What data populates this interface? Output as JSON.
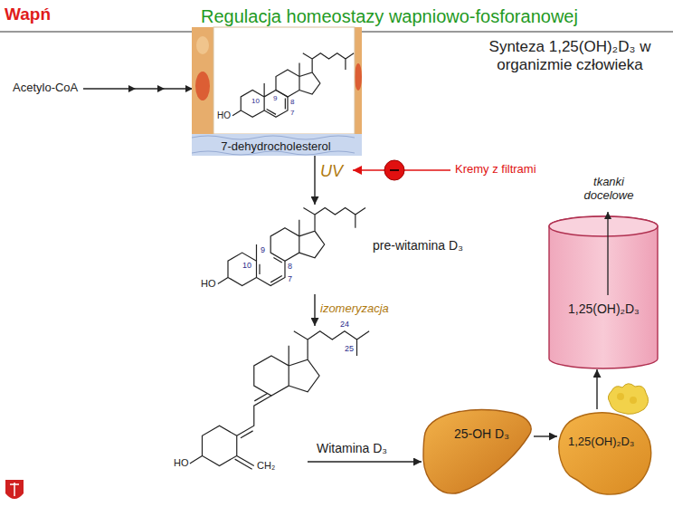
{
  "diagram": {
    "title": "Regulacja homeostazy wapniowo-fosforanowej",
    "nodes": [
      {
        "text": [
          "7-dehydrocholesterol"
        ]
      },
      {
        "text": [
          "pre-witamina D₃"
        ]
      },
      {
        "text": [
          "Witamina D₃"
        ]
      },
      {
        "text": [
          "25-OH D₃"
        ]
      },
      {
        "text": [
          "1,25(OH)₂D₃"
        ]
      },
      {
        "text": [
          "1,25(OH)₂D₃"
        ]
      }
    ],
    "edges": [
      {
        "from": 0,
        "to": 1,
        "arrow": "to",
        "label": "UV"
      },
      {
        "from": 1,
        "to": 2,
        "arrow": "to",
        "label": "izomeryzacja"
      },
      {
        "from": 2,
        "to": 3,
        "arrow": "to"
      },
      {
        "from": 3,
        "to": 4,
        "arrow": "to"
      },
      {
        "from": 4,
        "to": 5,
        "arrow": "to"
      }
    ],
    "labels": [
      "Wapń",
      "Synteza 1,25(OH)₂D₃ w organizmie człowieka",
      "Acetylo-CoA",
      "10",
      "9",
      "8",
      "7",
      "HO",
      "Kremy z filtrami",
      "9",
      "10",
      "8",
      "7",
      "HO",
      "tkanki docelowe",
      "24",
      "25",
      "CH₂",
      "HO"
    ]
  }
}
